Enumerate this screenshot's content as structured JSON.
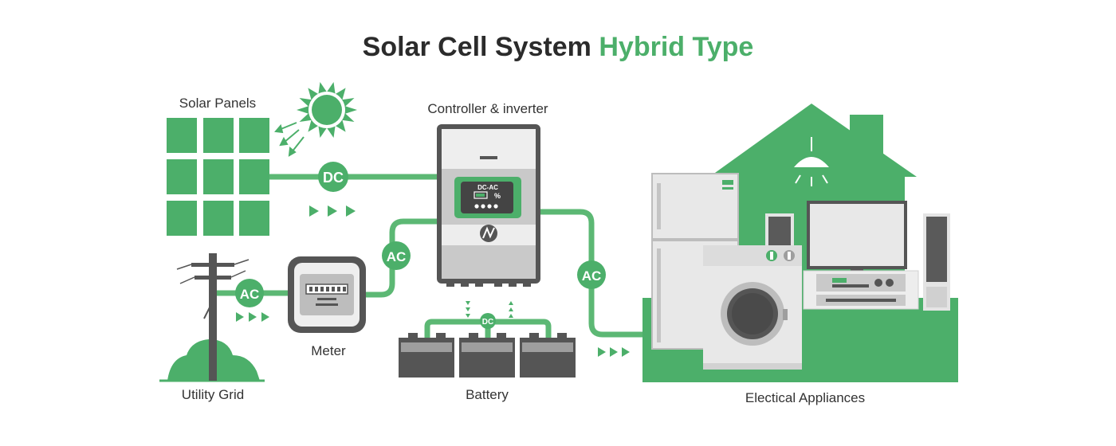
{
  "title": {
    "main": "Solar Cell System",
    "accent": "Hybrid Type"
  },
  "labels": {
    "solar_panels": "Solar Panels",
    "controller": "Controller & inverter",
    "utility_grid": "Utility Grid",
    "meter": "Meter",
    "battery": "Battery",
    "appliances": "Electical Appliances"
  },
  "badges": {
    "dc": "DC",
    "ac_meter": "AC",
    "ac_grid": "AC",
    "ac_house": "AC",
    "dc_battery": "DC"
  },
  "inverter": {
    "screen_label": "DC-AC",
    "percent_symbol": "%"
  },
  "colors": {
    "accent": "#4caf6a",
    "dark": "#555555",
    "grey": "#bdbdbd",
    "text": "#333333"
  }
}
